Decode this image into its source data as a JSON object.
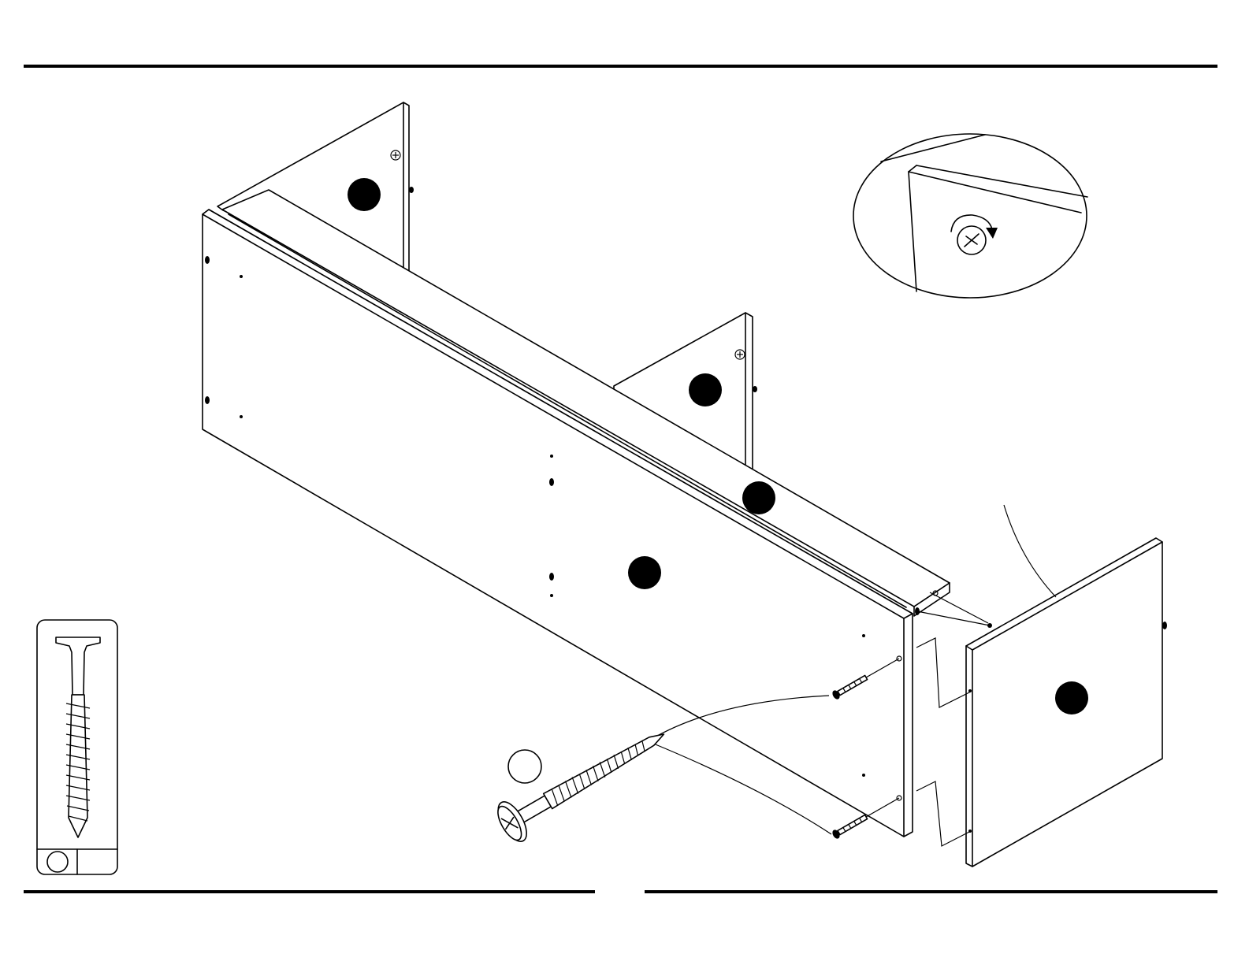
{
  "diagram": {
    "part_markers": [
      {
        "id": "marker-side-panel-back-left"
      },
      {
        "id": "marker-divider-panel"
      },
      {
        "id": "marker-top-rail"
      },
      {
        "id": "marker-front-panel"
      },
      {
        "id": "marker-end-panel-right"
      }
    ],
    "hardware_callout": {
      "icon": "screw-icon",
      "label_badge": ""
    },
    "parts_card": {
      "icon": "long-screw-icon",
      "quantity": ""
    },
    "detail_inset": {
      "icon": "phillips-screw-head-icon",
      "action": "clockwise-arrow-icon"
    }
  },
  "colors": {
    "ink": "#000000",
    "paper": "#ffffff"
  }
}
